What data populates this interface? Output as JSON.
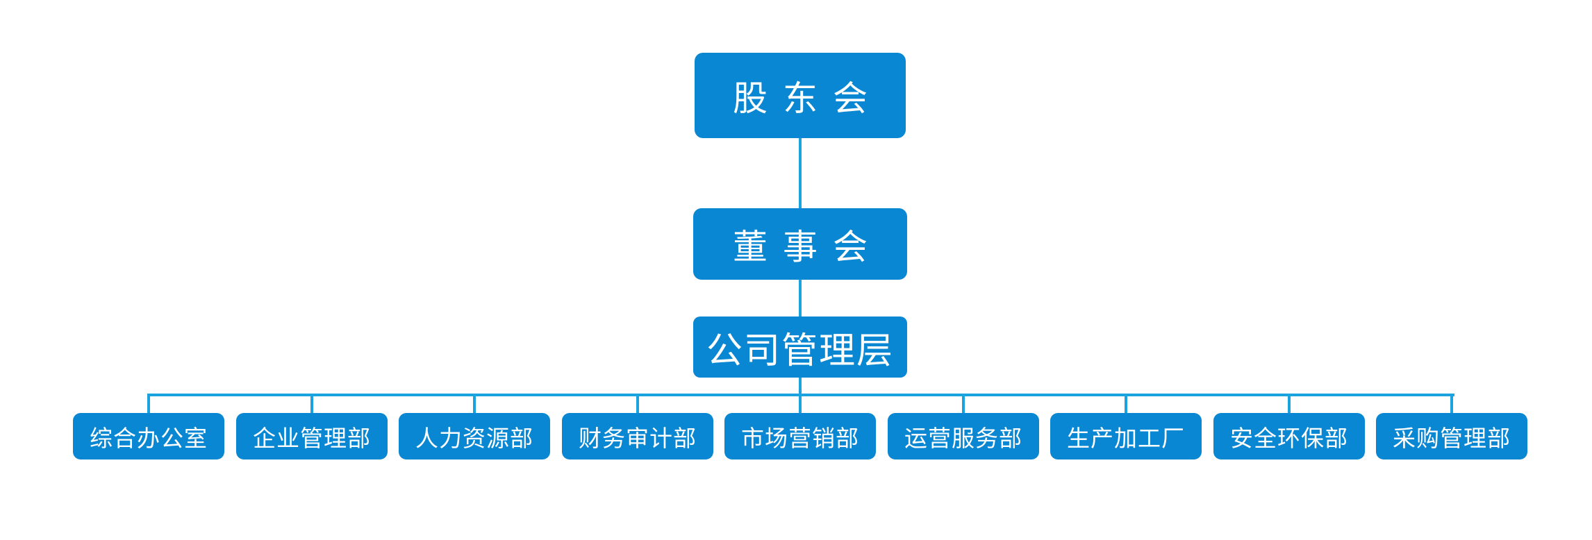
{
  "org": {
    "shareholders": "股东会",
    "board": "董事会",
    "management": "公司管理层",
    "departments": [
      "综合办公室",
      "企业管理部",
      "人力资源部",
      "财务审计部",
      "市场营销部",
      "运营服务部",
      "生产加工厂",
      "安全环保部",
      "采购管理部"
    ]
  },
  "colors": {
    "node_fill": "#0a87d2",
    "connector": "#1aa3df",
    "node_text": "#ffffff"
  }
}
